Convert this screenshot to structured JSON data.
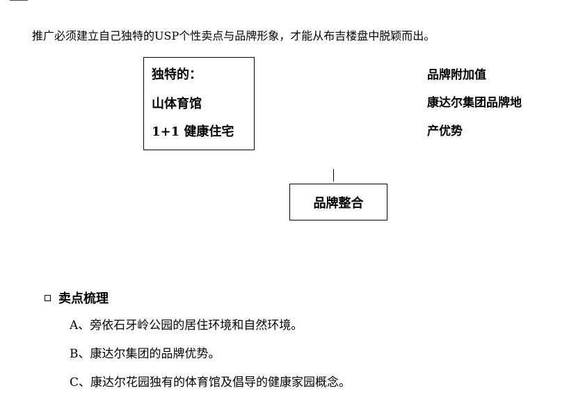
{
  "intro": "推广必须建立自己独特的USP个性卖点与品牌形象，才能从布吉楼盘中脱颖而出。",
  "usp_box": {
    "lines": [
      "独特的：",
      "山体育馆",
      "1+1 健康住宅"
    ]
  },
  "brand_value": {
    "lines": [
      "品牌附加值",
      "康达尔集团品牌地",
      "产优势"
    ]
  },
  "brand_box": {
    "label": "品牌整合"
  },
  "selling_points": {
    "title": "卖点梳理",
    "items": [
      "A、旁依石牙岭公园的居住环境和自然环境。",
      "B、康达尔集团的品牌优势。",
      "C、康达尔花园独有的体育馆及倡导的健康家园概念。"
    ]
  }
}
